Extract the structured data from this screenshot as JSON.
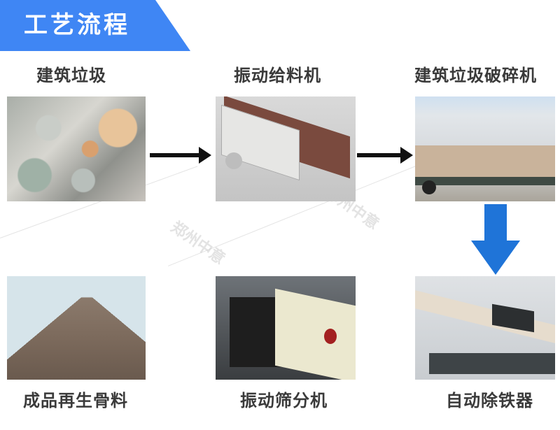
{
  "header": {
    "title": "工艺流程",
    "color": "#3f86f4"
  },
  "steps": [
    {
      "label": "建筑垃圾",
      "image": "construction-waste-photo"
    },
    {
      "label": "振动给料机",
      "image": "vibrating-feeder-photo"
    },
    {
      "label": "建筑垃圾破碎机",
      "image": "mobile-crusher-photo"
    },
    {
      "label": "自动除铁器",
      "image": "iron-remover-photo"
    },
    {
      "label": "振动筛分机",
      "image": "vibrating-screen-photo"
    },
    {
      "label": "成品再生骨料",
      "image": "recycled-aggregate-photo"
    }
  ],
  "watermark": "郑州中意",
  "arrow_color": "#1f74d8"
}
